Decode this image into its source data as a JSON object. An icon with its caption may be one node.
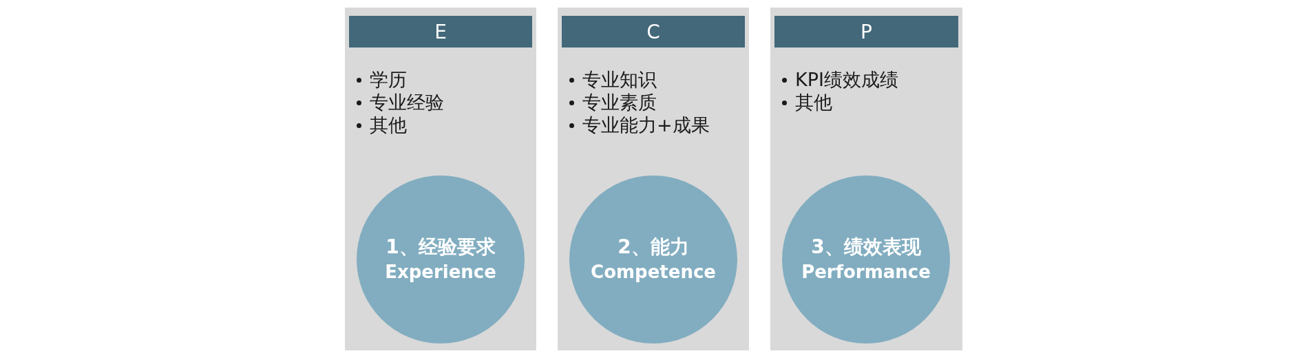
{
  "diagram": {
    "nodes": [
      {
        "text": [
          "学历",
          "专业经验",
          "其他"
        ]
      },
      {
        "text": [
          "E"
        ],
        "in": 0
      },
      {
        "text": [
          "1、经验要求",
          "Experience"
        ],
        "in": 0
      },
      {
        "text": [
          "专业知识",
          "专业素质",
          "专业能力+成果"
        ]
      },
      {
        "text": [
          "C"
        ],
        "in": 3
      },
      {
        "text": [
          "2、能力",
          "Competence"
        ],
        "in": 3
      },
      {
        "text": [
          "KPI绩效成绩",
          "其他"
        ]
      },
      {
        "text": [
          "P"
        ],
        "in": 6
      },
      {
        "text": [
          "3、绩效表现",
          "Performance"
        ],
        "in": 6
      }
    ]
  }
}
